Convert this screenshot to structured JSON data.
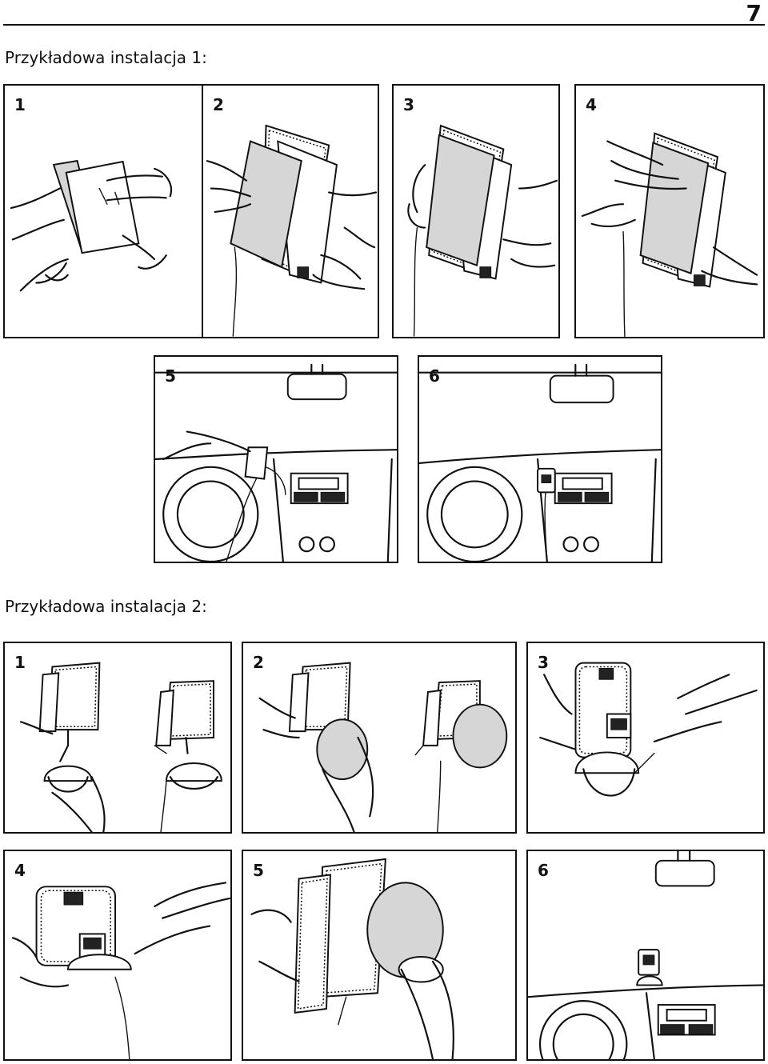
{
  "page": {
    "number": "7"
  },
  "section1": {
    "title": "Przykładowa instalacja 1:",
    "steps": [
      "1",
      "2",
      "3",
      "4",
      "5",
      "6"
    ]
  },
  "section2": {
    "title": "Przykładowa instalacja 2:",
    "steps": [
      "1",
      "2",
      "3",
      "4",
      "5",
      "6"
    ]
  }
}
